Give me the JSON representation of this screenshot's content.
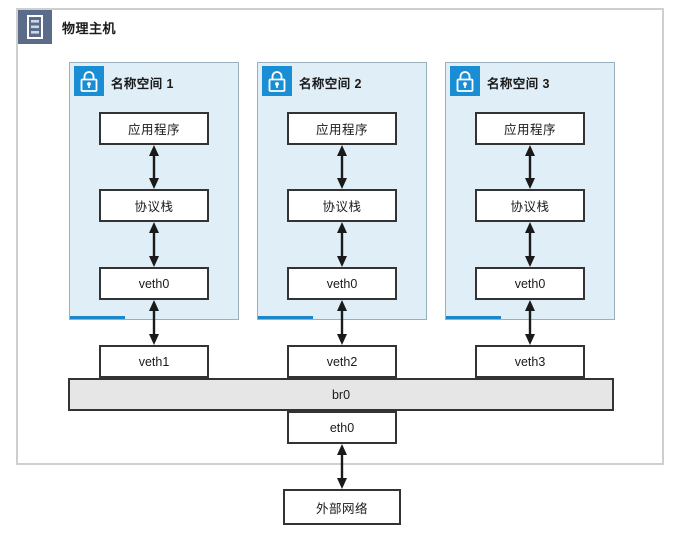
{
  "diagram": {
    "title": "物理主机",
    "host_icon": "server-icon",
    "colors": {
      "host_border": "#cfcfcf",
      "host_icon_bg": "#5b6b8a",
      "namespace_bg": "#dfeef7",
      "namespace_border": "#9bb0bd",
      "namespace_accent": "#1b87c9",
      "lock_icon_bg": "#1a8ed4",
      "node_border": "#333333",
      "node_bg": "#ffffff",
      "bridge_bg": "#e6e6e6",
      "text": "#1a1a1a"
    },
    "namespaces": [
      {
        "title": "名称空间 1",
        "icon": "lock-icon",
        "nodes": [
          {
            "label": "应用程序"
          },
          {
            "label": "协议栈"
          },
          {
            "label": "veth0"
          }
        ]
      },
      {
        "title": "名称空间 2",
        "icon": "lock-icon",
        "nodes": [
          {
            "label": "应用程序"
          },
          {
            "label": "协议栈"
          },
          {
            "label": "veth0"
          }
        ]
      },
      {
        "title": "名称空间 3",
        "icon": "lock-icon",
        "nodes": [
          {
            "label": "应用程序"
          },
          {
            "label": "协议栈"
          },
          {
            "label": "veth0"
          }
        ]
      }
    ],
    "host_veths": [
      {
        "label": "veth1"
      },
      {
        "label": "veth2"
      },
      {
        "label": "veth3"
      }
    ],
    "bridge": {
      "label": "br0"
    },
    "uplink": {
      "label": "eth0"
    },
    "external": {
      "label": "外部网络"
    }
  }
}
